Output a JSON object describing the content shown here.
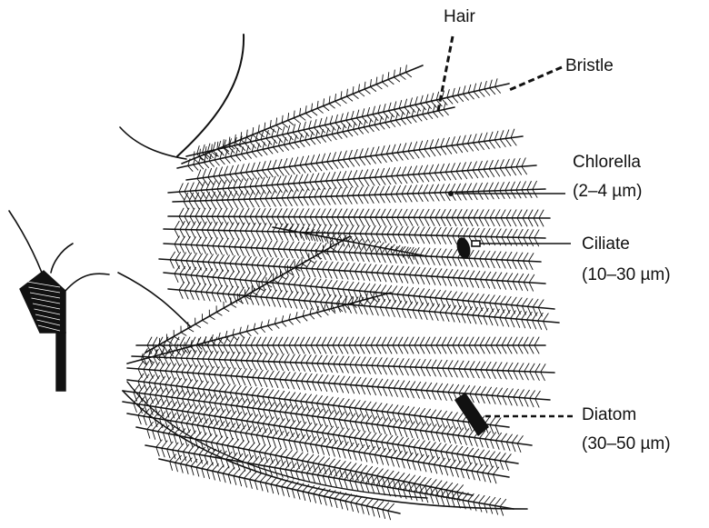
{
  "labels": {
    "hair": "Hair",
    "bristle": "Bristle",
    "chlorella": "Chlorella",
    "chlorella_size": "(2–4 µm)",
    "ciliate": "Ciliate",
    "ciliate_size": "(10–30 µm)",
    "diatom": "Diatom",
    "diatom_size": "(30–50 µm)"
  },
  "colors": {
    "ink": "#111111",
    "background": "#ffffff"
  }
}
